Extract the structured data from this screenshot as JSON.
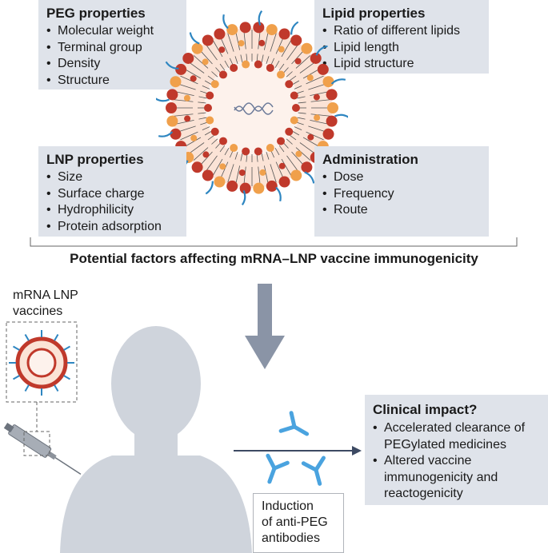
{
  "peg": {
    "title": "PEG properties",
    "items": [
      "Molecular weight",
      "Terminal group",
      "Density",
      "Structure"
    ]
  },
  "lipid": {
    "title": "Lipid properties",
    "items": [
      "Ratio of different lipids",
      "Lipid length",
      "Lipid structure"
    ]
  },
  "lnp": {
    "title": "LNP properties",
    "items": [
      "Size",
      "Surface charge",
      "Hydrophilicity",
      "Protein adsorption"
    ]
  },
  "admin": {
    "title": "Administration",
    "items": [
      "Dose",
      "Frequency",
      "Route"
    ]
  },
  "caption": "Potential factors affecting mRNA–LNP vaccine immunogenicity",
  "vaccine_label": [
    "mRNA LNP",
    "vaccines"
  ],
  "induction": [
    "Induction",
    "of anti-PEG",
    "antibodies"
  ],
  "clinical": {
    "title": "Clinical impact?",
    "items": [
      "Accelerated clearance of PEGylated medicines",
      "Altered vaccine immunogenicity and reactogenicity"
    ]
  },
  "colors": {
    "box_bg": "#dfe3ea",
    "lipid_head_red": "#c0392b",
    "lipid_head_orange": "#f0a04b",
    "peg_blue": "#2e86c1",
    "antibody_blue": "#4aa3df",
    "silhouette": "#cfd4dc",
    "arrow": "#8a94a6"
  }
}
